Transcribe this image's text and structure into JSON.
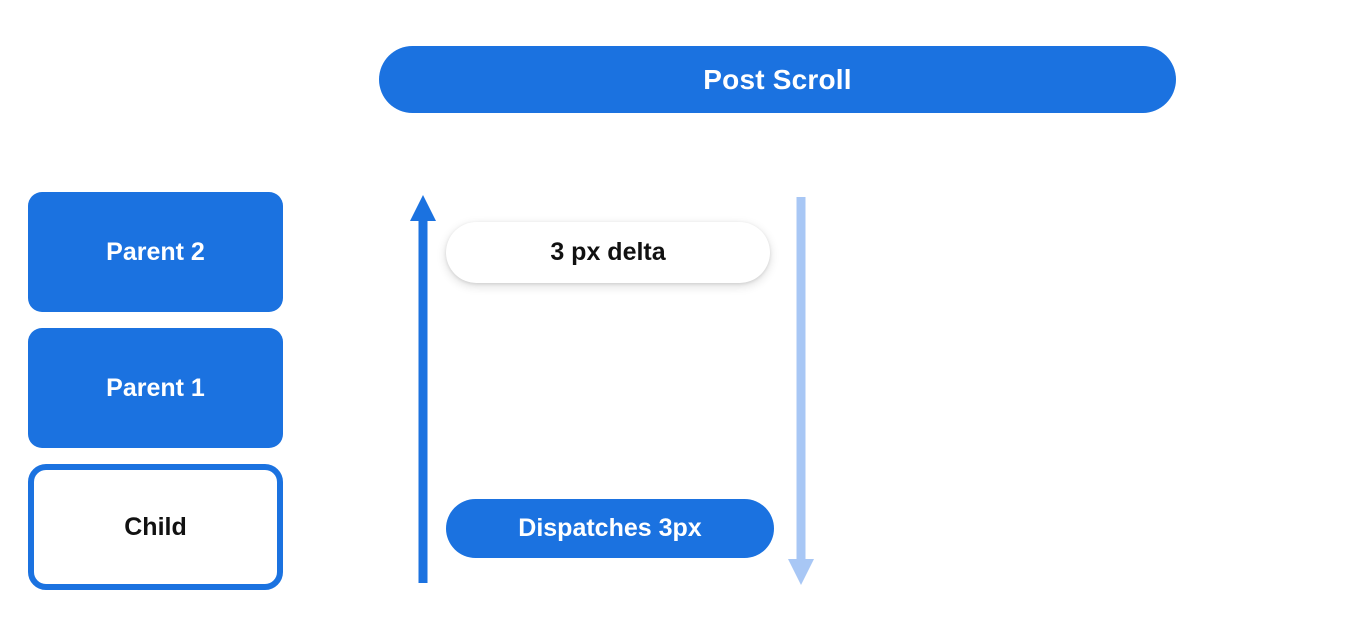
{
  "diagram": {
    "title": "Post Scroll",
    "background_color": "#ffffff",
    "accent_color": "#1b72e0",
    "accent_light_color": "#a8c7f5",
    "text_dark_color": "#111111",
    "text_light_color": "#ffffff"
  },
  "header": {
    "label": "Post Scroll"
  },
  "box_stack": {
    "items": [
      {
        "label": "Parent 2",
        "style": "filled"
      },
      {
        "label": "Parent 1",
        "style": "filled"
      },
      {
        "label": "Child",
        "style": "outlined"
      }
    ]
  },
  "arrows": [
    {
      "name": "scroll-up-arrow",
      "direction": "up",
      "color": "#1b72e0",
      "head": "solid-triangle"
    },
    {
      "name": "scroll-down-arrow",
      "direction": "down",
      "color": "#a8c7f5",
      "head": "solid-triangle"
    }
  ],
  "callouts": {
    "delta": {
      "label": "3 px delta",
      "style": "white-pill-shadow"
    },
    "dispatch": {
      "label": "Dispatches 3px",
      "style": "blue-pill"
    }
  }
}
